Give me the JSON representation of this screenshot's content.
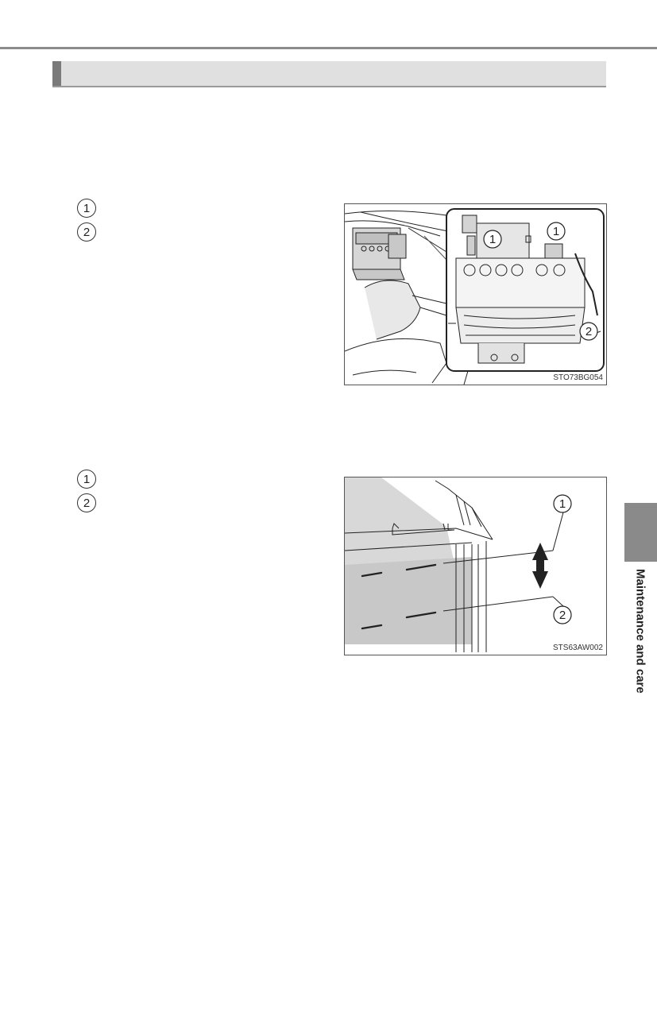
{
  "figure1": {
    "code": "STO73BG054",
    "callouts": [
      {
        "num": "1"
      },
      {
        "num": "2"
      }
    ],
    "labels": [
      "1",
      "1",
      "2"
    ]
  },
  "figure2": {
    "code": "STS63AW002",
    "callouts": [
      {
        "num": "1"
      },
      {
        "num": "2"
      }
    ],
    "labels": [
      "1",
      "2"
    ]
  },
  "side_tab": {
    "label": "Maintenance and care"
  }
}
